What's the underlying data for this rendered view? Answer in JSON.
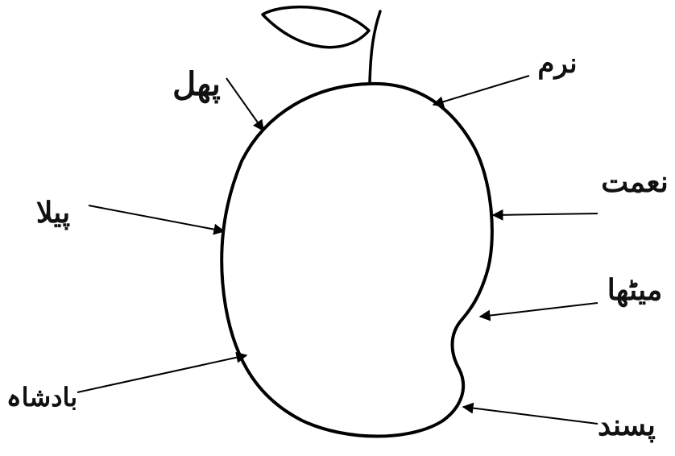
{
  "diagram": {
    "stroke_color": "#000000",
    "background": "#ffffff",
    "labels": {
      "phal": "پھل",
      "naram": "نرم",
      "naimat": "نعمت",
      "peela": "پیلا",
      "meetha": "میٹھا",
      "badshah": "بادشاہ",
      "pasand": "پسند"
    }
  }
}
